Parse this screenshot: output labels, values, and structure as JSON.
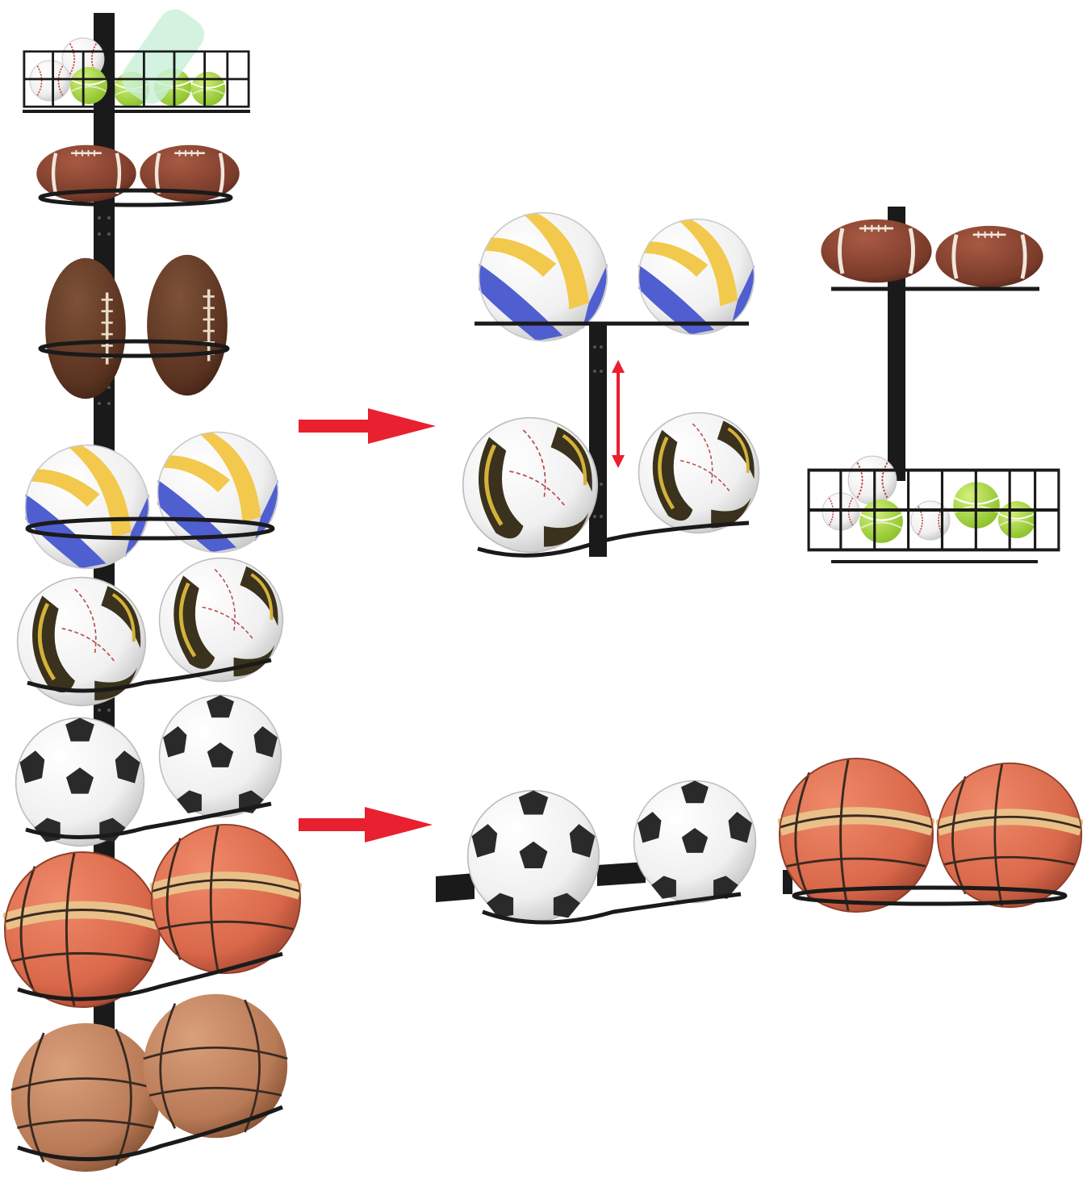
{
  "colors": {
    "background": "#ffffff",
    "rack": "#1a1a1a",
    "arrow": "#e8202f",
    "basketball": "#d9684a",
    "basketball_worn": "#b97a57",
    "basketball_stripe": "#e9c088",
    "football": "#7a3b2a",
    "football_dark": "#5a3220",
    "volleyball_yellow": "#f2c94c",
    "volleyball_blue": "#4f5fd0",
    "tennis": "#a6d93a",
    "soccer_patch": "#2a2a2a",
    "ball_white": "#f7f7f7"
  },
  "icons": [
    "tall-sports-rack-icon",
    "arrow-right-icon",
    "adjust-height-arrow-icon",
    "two-tier-rack-icon",
    "basket-shelf-icon",
    "soccer-shelf-icon",
    "basketball-shelf-icon"
  ],
  "tall_rack_tiers": [
    {
      "ball": "basket"
    },
    {
      "ball": "football-lying"
    },
    {
      "ball": "football-upright"
    },
    {
      "ball": "volleyball"
    },
    {
      "ball": "soccer-jabulani"
    },
    {
      "ball": "soccer-classic"
    },
    {
      "ball": "basketball"
    },
    {
      "ball": "basketball-worn"
    }
  ]
}
